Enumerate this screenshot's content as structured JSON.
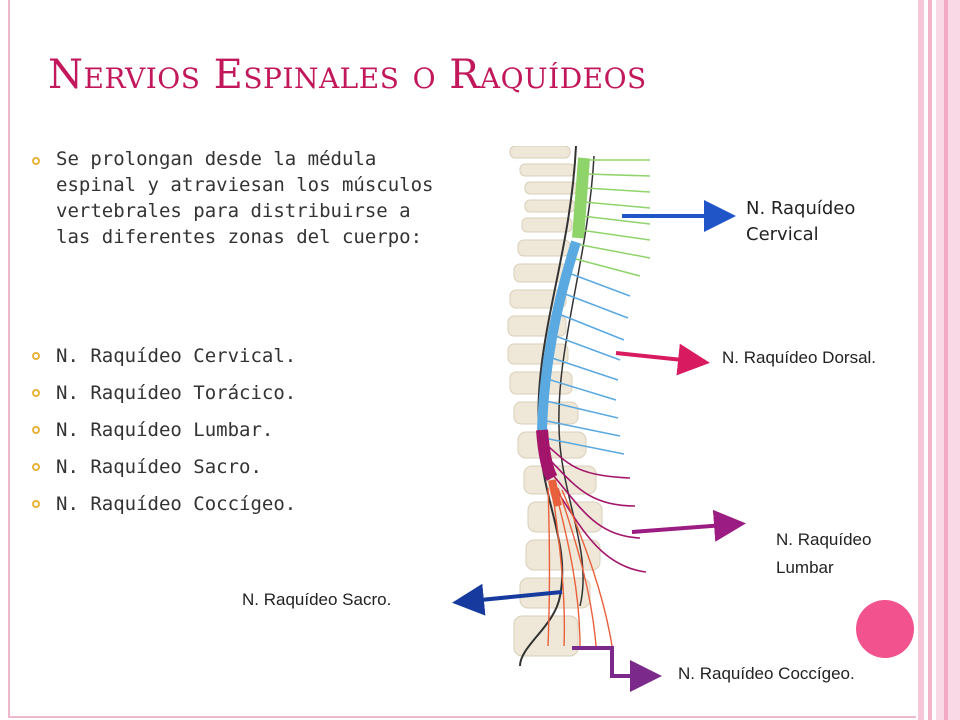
{
  "slide": {
    "title": "Nervios Espinales o Raquídeos",
    "intro": "Se prolongan desde la médula espinal y atraviesan los músculos vertebrales para distribuirse a las diferentes zonas del cuerpo:",
    "bullets": [
      "N. Raquídeo Cervical.",
      "N. Raquídeo Torácico.",
      "N. Raquídeo Lumbar.",
      "N. Raquídeo Sacro.",
      "N. Raquídeo Coccígeo."
    ]
  },
  "diagram": {
    "labels": {
      "cervical_line1": "N. Raquídeo",
      "cervical_line2": "Cervical",
      "dorsal": "N. Raquídeo Dorsal.",
      "lumbar_line1": "N. Raquídeo",
      "lumbar_line2": "Lumbar",
      "sacro": "N. Raquídeo Sacro.",
      "coccigeo": "N. Raquídeo Coccígeo."
    },
    "colors": {
      "cervical": "#8fd46a",
      "dorsal": "#5aa9e0",
      "lumbar": "#a3146b",
      "sacro": "#e8603c",
      "coccigeo": "#7b2a8c",
      "arrow_blue": "#1f55c7",
      "arrow_pink": "#d81b60",
      "arrow_purple": "#9b1c82",
      "arrow_darkblue": "#163a9e",
      "title": "#c2185b",
      "bullet": "#e8b338",
      "accent_circle": "#f2528d"
    }
  }
}
